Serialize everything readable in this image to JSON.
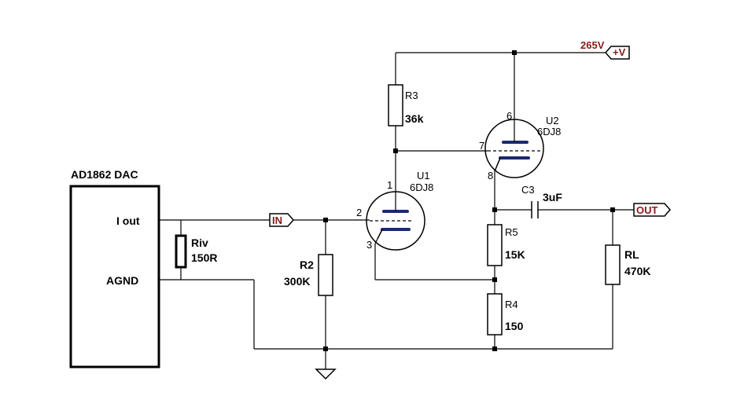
{
  "dac": {
    "title": "AD1862 DAC",
    "iout": "I out",
    "agnd": "AGND"
  },
  "riv": {
    "ref": "Riv",
    "value": "150R"
  },
  "r2": {
    "ref": "R2",
    "value": "300K"
  },
  "r3": {
    "ref": "R3",
    "value": "36k"
  },
  "r4": {
    "ref": "R4",
    "value": "150"
  },
  "r5": {
    "ref": "R5",
    "value": "15K"
  },
  "rl": {
    "ref": "RL",
    "value": "470K"
  },
  "c3": {
    "ref": "C3",
    "value": "3uF"
  },
  "u1": {
    "ref": "U1",
    "part": "6DJ8",
    "pins": {
      "plate": "1",
      "grid": "2",
      "cathode": "3"
    }
  },
  "u2": {
    "ref": "U2",
    "part": "6DJ8",
    "pins": {
      "plate": "6",
      "grid": "7",
      "cathode": "8"
    }
  },
  "ports": {
    "in": "IN",
    "out": "OUT",
    "supply_voltage": "265V",
    "supply": "+V"
  },
  "colors": {
    "port": "#8b1a1a",
    "grid_electrode": "#1a2a6c"
  }
}
